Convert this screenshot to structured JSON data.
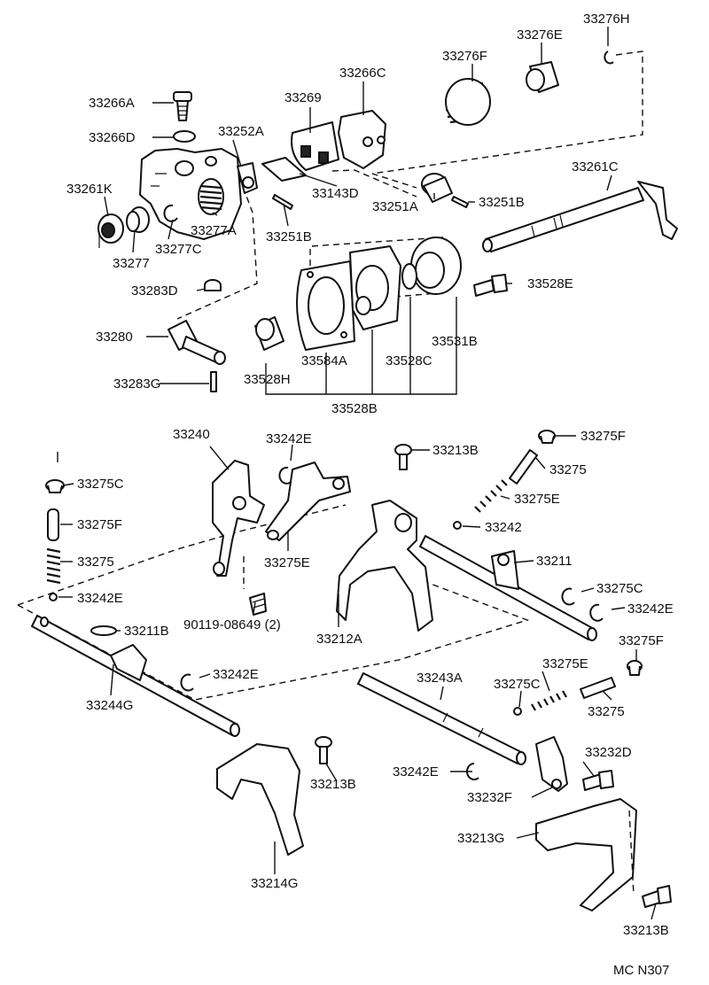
{
  "footer": {
    "code": "MC N307"
  },
  "labels": [
    "33266A",
    "33266D",
    "33269",
    "33266C",
    "33276F",
    "33276E",
    "33276H",
    "33252A",
    "33261K",
    "33277A",
    "33277",
    "33277C",
    "33143D",
    "33251A",
    "33251B",
    "33251B",
    "33261C",
    "33283D",
    "33528E",
    "33280",
    "33584A",
    "33528C",
    "33531B",
    "33283G",
    "33528H",
    "33528B",
    "33240",
    "33242E",
    "33213B",
    "33275F",
    "33275",
    "33275E",
    "33275C",
    "33275F",
    "33275",
    "33275E",
    "33211",
    "33242",
    "33275C",
    "33242E",
    "33242E",
    "90119-08649 (2)",
    "33212A",
    "33211B",
    "33242E",
    "33244G",
    "33275F",
    "33275E",
    "33243A",
    "33275C",
    "33275",
    "33232D",
    "33213B",
    "33242E",
    "33232F",
    "33213G",
    "33214G",
    "33213B"
  ]
}
